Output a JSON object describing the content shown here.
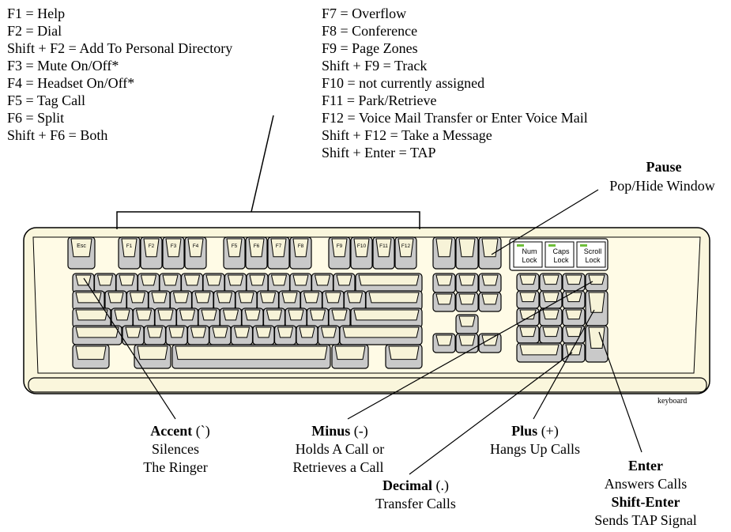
{
  "left_list": [
    "F1 = Help",
    "F2 = Dial",
    "Shift + F2 = Add To Personal Directory",
    "F3 = Mute On/Off*",
    "F4 = Headset On/Off*",
    "F5 = Tag Call",
    "F6 = Split",
    "Shift + F6 = Both"
  ],
  "right_list": [
    "F7 = Overflow",
    "F8 = Conference",
    "F9 = Page Zones",
    "Shift + F9 = Track",
    "F10 = not currently assigned",
    "F11 = Park/Retrieve",
    "F12 = Voice Mail Transfer or Enter Voice Mail",
    "Shift + F12 = Take a Message",
    "Shift + Enter = TAP"
  ],
  "callouts": {
    "pause": {
      "title": "Pause",
      "desc": "Pop/Hide Window"
    },
    "accent": {
      "title": "Accent",
      "symbol": " (`)",
      "desc1": "Silences",
      "desc2": "The Ringer"
    },
    "minus": {
      "title": "Minus",
      "symbol": " (-)",
      "desc1": "Holds A Call or",
      "desc2": "Retrieves a Call"
    },
    "decimal": {
      "title": "Decimal",
      "symbol": " (.)",
      "desc1": "Transfer Calls"
    },
    "plus": {
      "title": "Plus",
      "symbol": " (+)",
      "desc1": "Hangs Up Calls"
    },
    "enter": {
      "title": "Enter",
      "desc1": "Answers Calls",
      "title2": "Shift-Enter",
      "desc2": "Sends TAP Signal"
    }
  },
  "image_caption": "keyboard",
  "keys": {
    "esc": "Esc",
    "function_keys": [
      "F1",
      "F2",
      "F3",
      "F4",
      "F5",
      "F6",
      "F7",
      "F8",
      "F9",
      "F10",
      "F11",
      "F12"
    ],
    "num_lock": [
      "Num",
      "Lock"
    ],
    "caps_lock": [
      "Caps",
      "Lock"
    ],
    "scroll_lock": [
      "Scroll",
      "Lock"
    ]
  },
  "colors": {
    "keyboard_body": "#faf6dc",
    "key_top": "#f7f3d8",
    "key_side": "#c9c9c9",
    "stroke": "#000000",
    "indicator": "#6fbf3a"
  }
}
